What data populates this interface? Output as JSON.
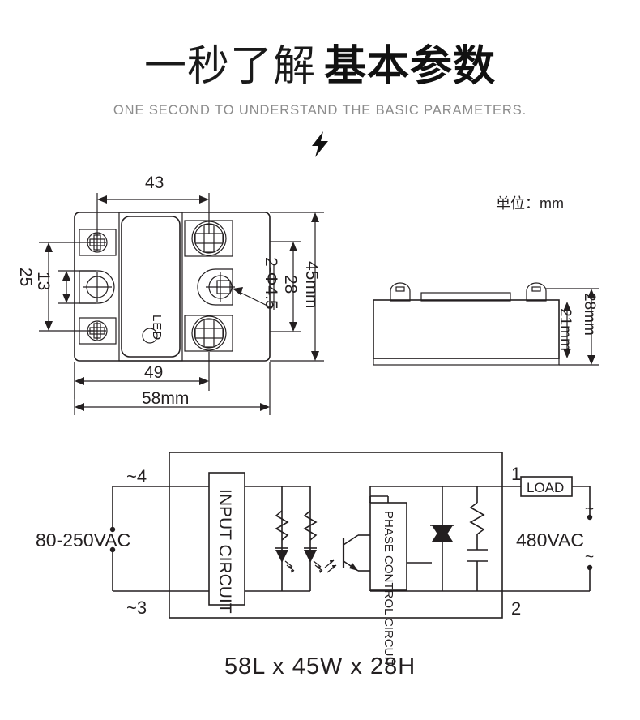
{
  "header": {
    "title_light": "一秒了解",
    "title_bold": "基本参数",
    "subtitle": "ONE SECOND TO UNDERSTAND THE BASIC PARAMETERS.",
    "bolt_icon": "lightning-bolt-icon"
  },
  "unit_note": "单位：mm",
  "front_view": {
    "name": "front-view-drawing",
    "led_label": "LED",
    "dimensions": {
      "width_inner": "43",
      "width_mid": "49",
      "width_total": "58mm",
      "height_total": "45mm",
      "height_mid": "28",
      "height_left_outer": "25",
      "height_left_inner": "13",
      "hole_callout": "2-Φ4.5"
    }
  },
  "side_view": {
    "name": "side-view-drawing",
    "dimensions": {
      "height_total": "28mm",
      "height_body": "21mm"
    }
  },
  "circuit": {
    "name": "circuit-schematic",
    "input_block": "INPUT CIRCUIT",
    "phase_block": "PHASE CONTROL CIRCUIT",
    "load_block": "LOAD",
    "input_voltage": "80-250VAC",
    "output_voltage": "480VAC",
    "terminals": {
      "t4": "~4",
      "t3": "~3",
      "t1": "1",
      "t2": "2"
    },
    "ac_marks": {
      "top": "~",
      "bottom": "~"
    }
  },
  "caption": "58L x 45W x 28H",
  "colors": {
    "ink": "#231f20",
    "subtitle": "#8c8c8c",
    "background": "#ffffff"
  }
}
